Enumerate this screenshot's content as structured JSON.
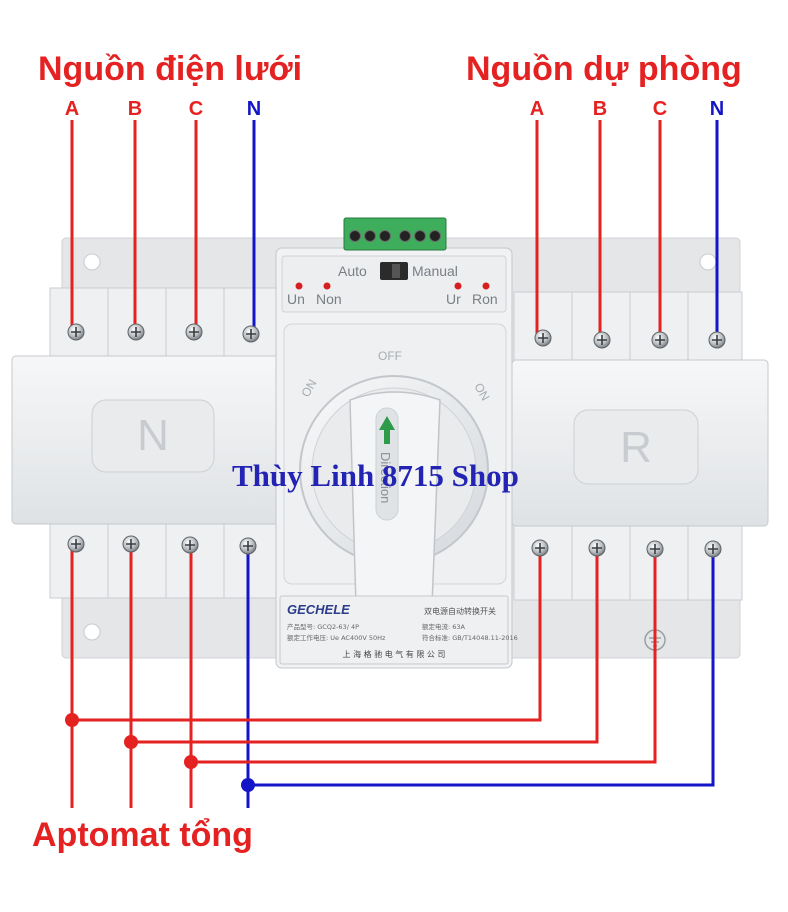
{
  "titles": {
    "grid_source": "Nguồn điện lưới",
    "backup_source": "Nguồn dự phòng",
    "main_breaker": "Aptomat tổng"
  },
  "phases_left": [
    "A",
    "B",
    "C",
    "N"
  ],
  "phases_right": [
    "A",
    "B",
    "C",
    "N"
  ],
  "device": {
    "brand": "GECHELE",
    "side_left_label": "N",
    "side_right_label": "R",
    "mode_auto": "Auto",
    "mode_manual": "Manual",
    "led_left_1": "Un",
    "led_left_2": "Non",
    "led_right_1": "Ur",
    "led_right_2": "Ron",
    "knob_off": "OFF",
    "knob_on": "ON",
    "knob_direction": "Direction",
    "plate_title": "双电源自动转换开关",
    "plate_model": "产品型号: GCQ2-63/ 4P",
    "plate_current": "额定电流: 63A",
    "plate_voltage": "额定工作电压: Ue AC400V 50Hz",
    "plate_standard": "符合标准: GB/T14048.11-2016",
    "plate_maker": "上 海 格 驰 电 气 有 限 公 司"
  },
  "watermark": "Thùy Linh 8715 Shop",
  "colors": {
    "phase_wire": "#e52222",
    "neutral_wire": "#1515c8",
    "title": "#e52222",
    "watermark": "#2323b4",
    "device_body": "#eceef0"
  },
  "icons": [
    "screw-terminal-icon",
    "led-indicator-icon",
    "up-arrow-icon",
    "ground-symbol-icon"
  ]
}
